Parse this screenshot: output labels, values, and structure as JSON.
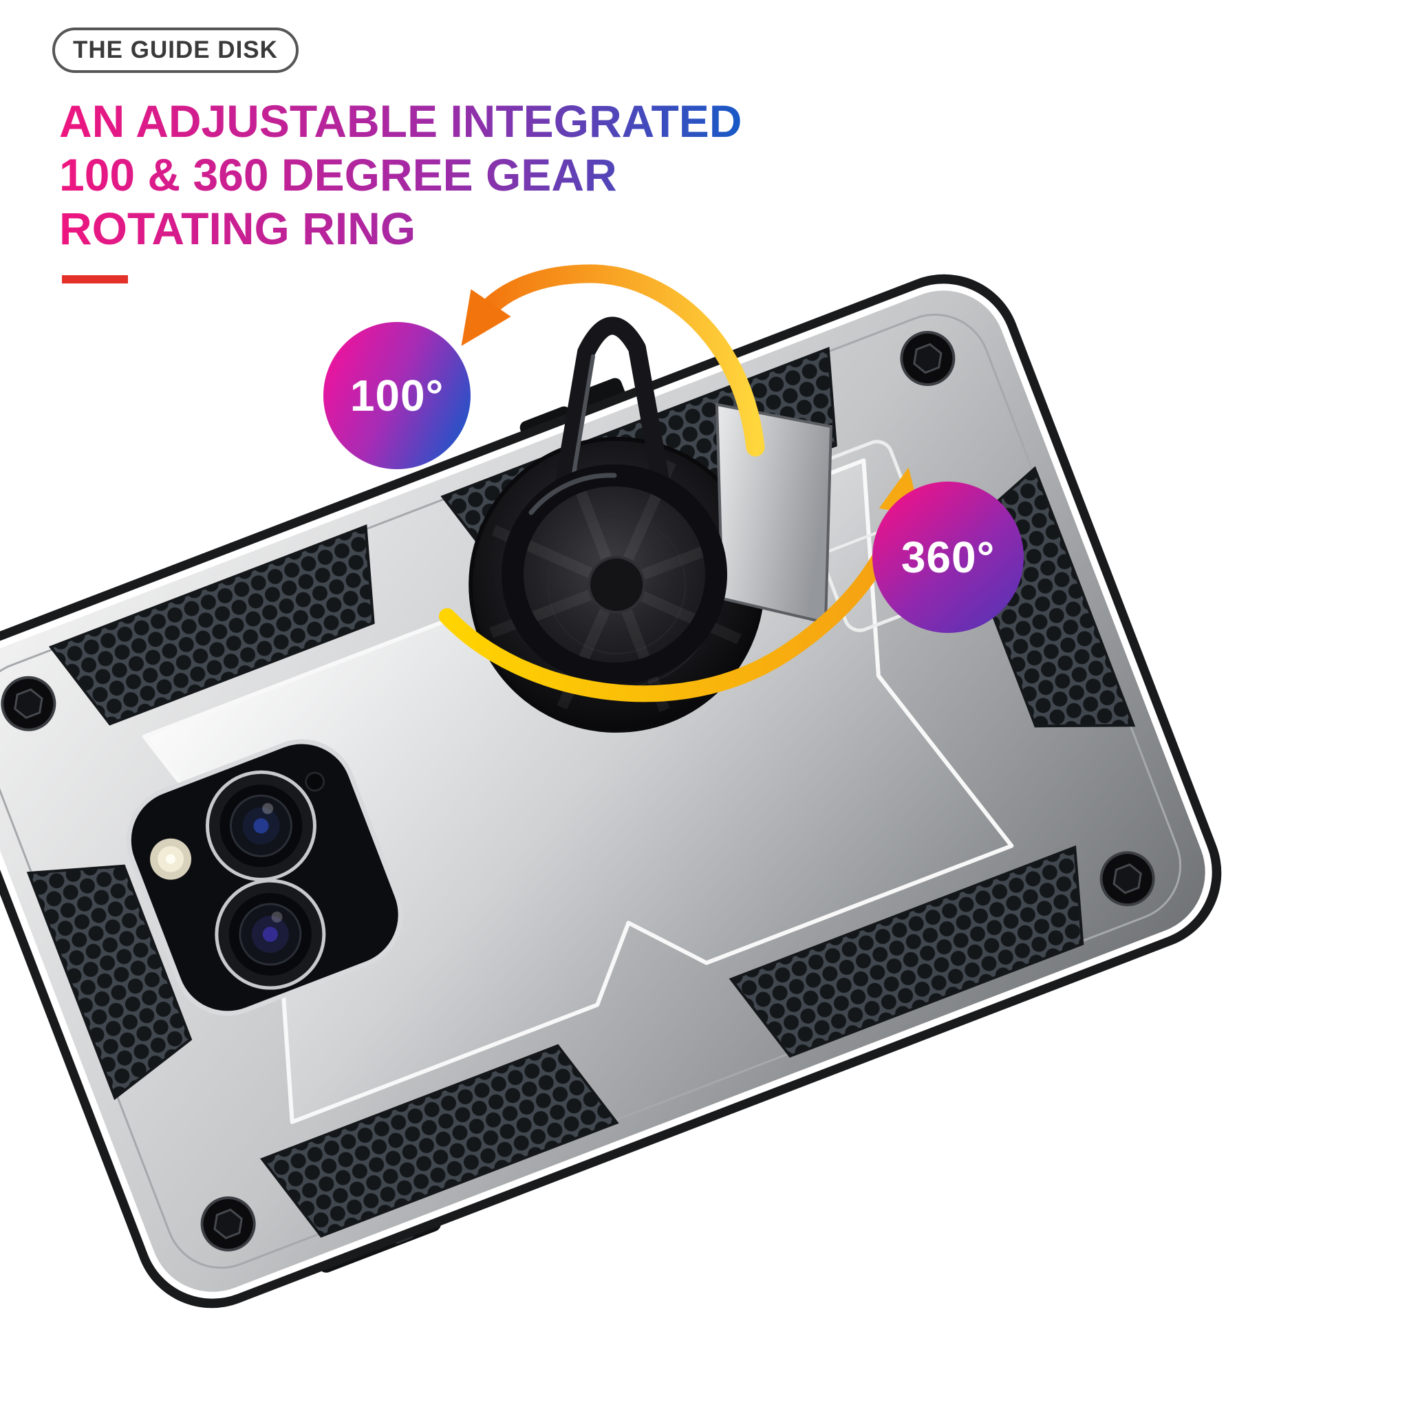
{
  "badge": {
    "label": "THE GUIDE DISK"
  },
  "headline": {
    "lines": [
      "AN ADJUSTABLE INTEGRATED",
      "100 & 360 DEGREE GEAR",
      "ROTATING RING"
    ]
  },
  "callouts": {
    "rotation_small": "100°",
    "rotation_full": "360°"
  },
  "colors": {
    "headline_gradient_start": "#ee1680",
    "headline_gradient_mid": "#a12aa6",
    "headline_gradient_end": "#1859c6",
    "accent_underline": "#e3312a",
    "badge_100_gradient_start": "#f3119b",
    "badge_100_gradient_end": "#1757c9",
    "badge_360_gradient_start": "#f01189",
    "badge_360_gradient_end": "#5633b5",
    "arrow_orange": "#f2740d",
    "arrow_yellow": "#ffd400",
    "case_silver": "#c3c5c7",
    "ring_black": "#0e0e12"
  }
}
